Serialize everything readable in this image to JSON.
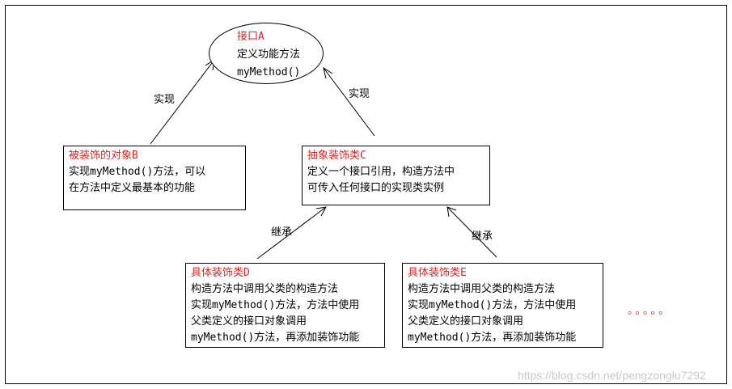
{
  "nodes": {
    "interface_a": {
      "title": "接口A",
      "lines": [
        "定义功能方法",
        "myMethod()"
      ]
    },
    "decorated_b": {
      "title": "被装饰的对象B",
      "lines": [
        "实现myMethod()方法，可以",
        "在方法中定义最基本的功能"
      ]
    },
    "abstract_c": {
      "title": "抽象装饰类C",
      "lines": [
        "定义一个接口引用，构造方法中",
        "可传入任何接口的实现类实例"
      ]
    },
    "concrete_d": {
      "title": "具体装饰类D",
      "lines": [
        "构造方法中调用父类的构造方法",
        "实现myMethod()方法，方法中使用",
        "父类定义的接口对象调用",
        "myMethod()方法，再添加装饰功能"
      ]
    },
    "concrete_e": {
      "title": "具体装饰类E",
      "lines": [
        "构造方法中调用父类的构造方法",
        "实现myMethod()方法，方法中使用",
        "父类定义的接口对象调用",
        "myMethod()方法，再添加装饰功能"
      ]
    }
  },
  "edges": {
    "b_to_a": "实现",
    "c_to_a": "实现",
    "d_to_c": "继承",
    "e_to_c": "继承"
  },
  "ellipsis": "。。。。。",
  "watermark": "https://blog.csdn.net/pengzonglu7292",
  "colors": {
    "title_red": "#e02020",
    "line": "#000000",
    "watermark": "#c8c8c8"
  }
}
